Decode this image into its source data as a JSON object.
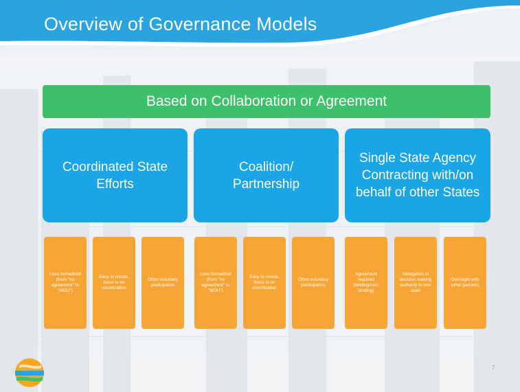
{
  "slide": {
    "title": "Overview of Governance Models",
    "top_bar": "Based on Collaboration or Agreement",
    "models": [
      {
        "label": "Coordinated State Efforts",
        "cards": [
          "Less formalized (from \"no agreement\" to \"MOU\")",
          "Easy to create, focus is on coordination",
          "Often voluntary participation"
        ]
      },
      {
        "label": "Coalition/ Partnership",
        "cards": [
          "Less formalized (from \"no agreement\" to \"MOU\")",
          "Easy to create, focus is on coordination",
          "Often voluntary participation"
        ]
      },
      {
        "label": "Single State Agency Contracting with/on behalf of other States",
        "cards": [
          "Agreement required (binding/non-binding)",
          "Delegation of decision making authority to one state",
          "Oversight with other partners"
        ]
      }
    ],
    "page_number": "7"
  },
  "colors": {
    "banner": "#2aa3df",
    "top_bar": "#3ec16a",
    "model": "#1aa5e6",
    "card": "#f7a635"
  }
}
